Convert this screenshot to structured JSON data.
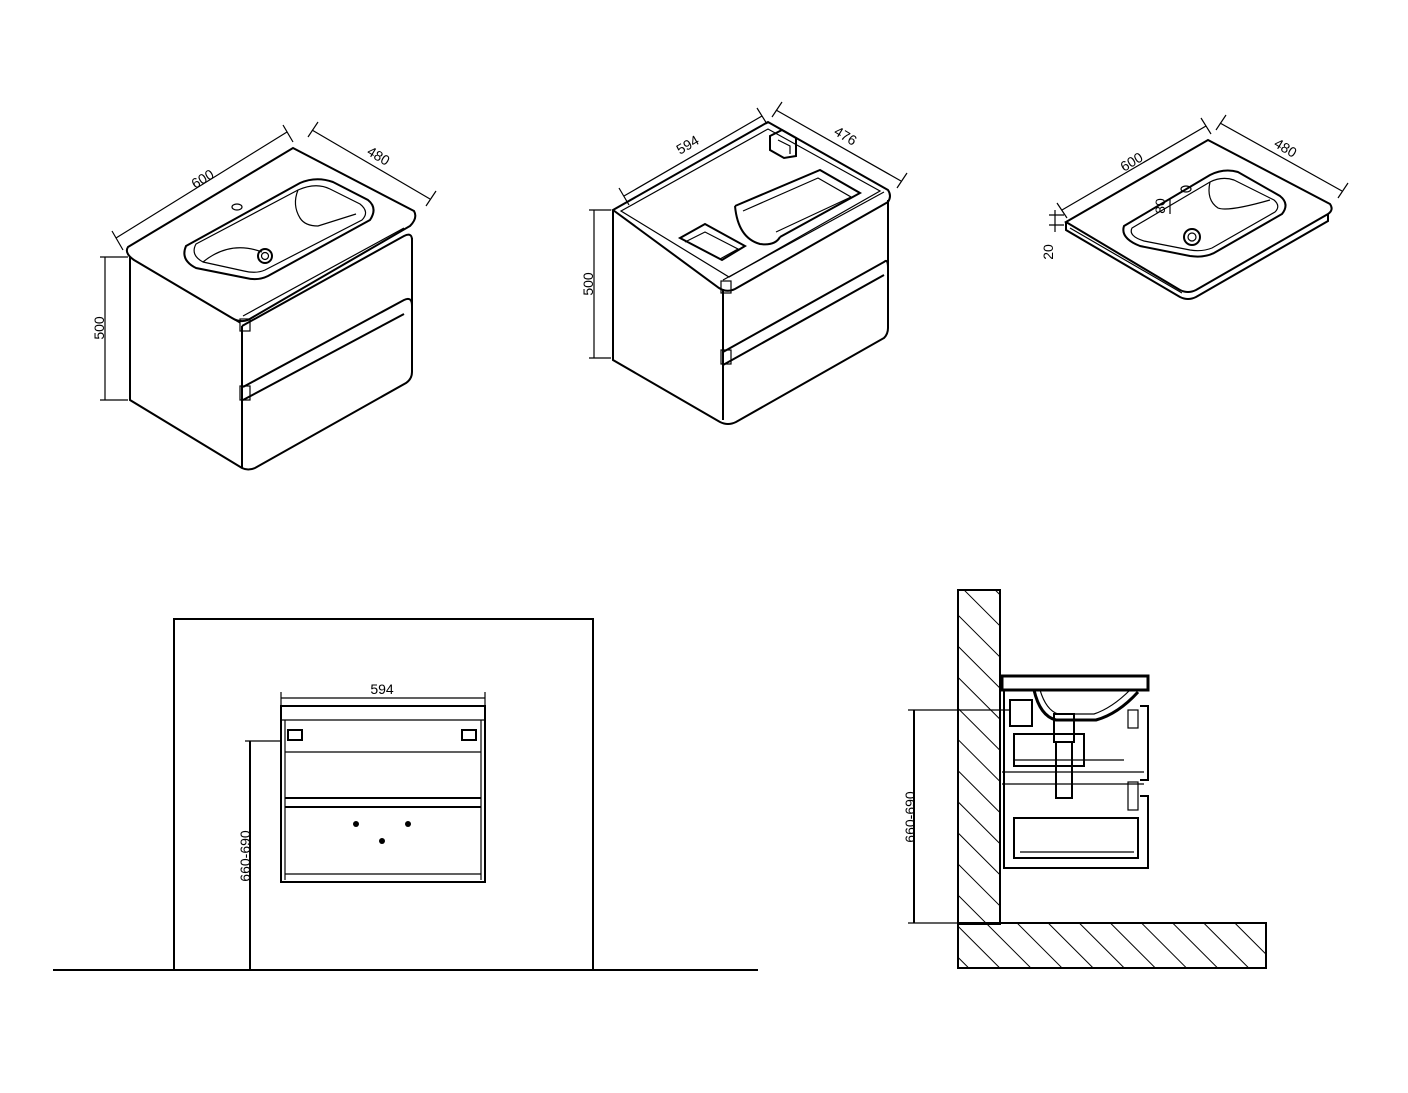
{
  "views": {
    "cabinet_with_basin": {
      "width": "600",
      "depth": "480",
      "height": "500"
    },
    "cabinet_open": {
      "width": "594",
      "depth": "476",
      "height": "500"
    },
    "basin": {
      "width": "600",
      "depth": "480",
      "thickness": "20",
      "bowl_depth": "80"
    },
    "front_elevation": {
      "width": "594",
      "mount_height": "660-690"
    },
    "side_section": {
      "mount_height": "660-690"
    }
  }
}
